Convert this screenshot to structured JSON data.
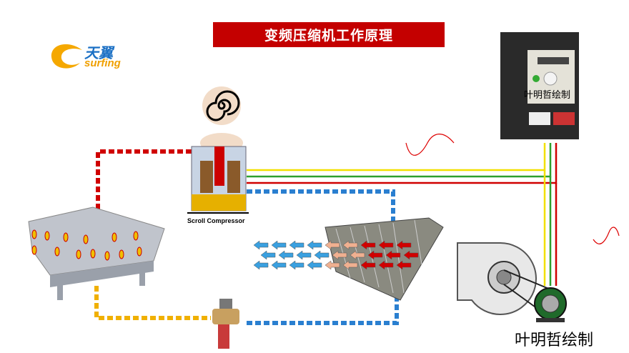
{
  "title": "变频压缩机工作原理",
  "logo": {
    "cn": "天翼",
    "en": "surfing"
  },
  "compressor_label": "Scroll Compressor",
  "watermark_small": "叶明哲绘制",
  "watermark_large": "叶明哲绘制",
  "colors": {
    "title_bg": "#c40000",
    "hot_pipe": "#d00000",
    "cold_pipe": "#2a7fd0",
    "liquid_pipe": "#f0b000",
    "wire_yellow": "#f2e000",
    "wire_green": "#2ea02e",
    "wire_red": "#d00000"
  }
}
